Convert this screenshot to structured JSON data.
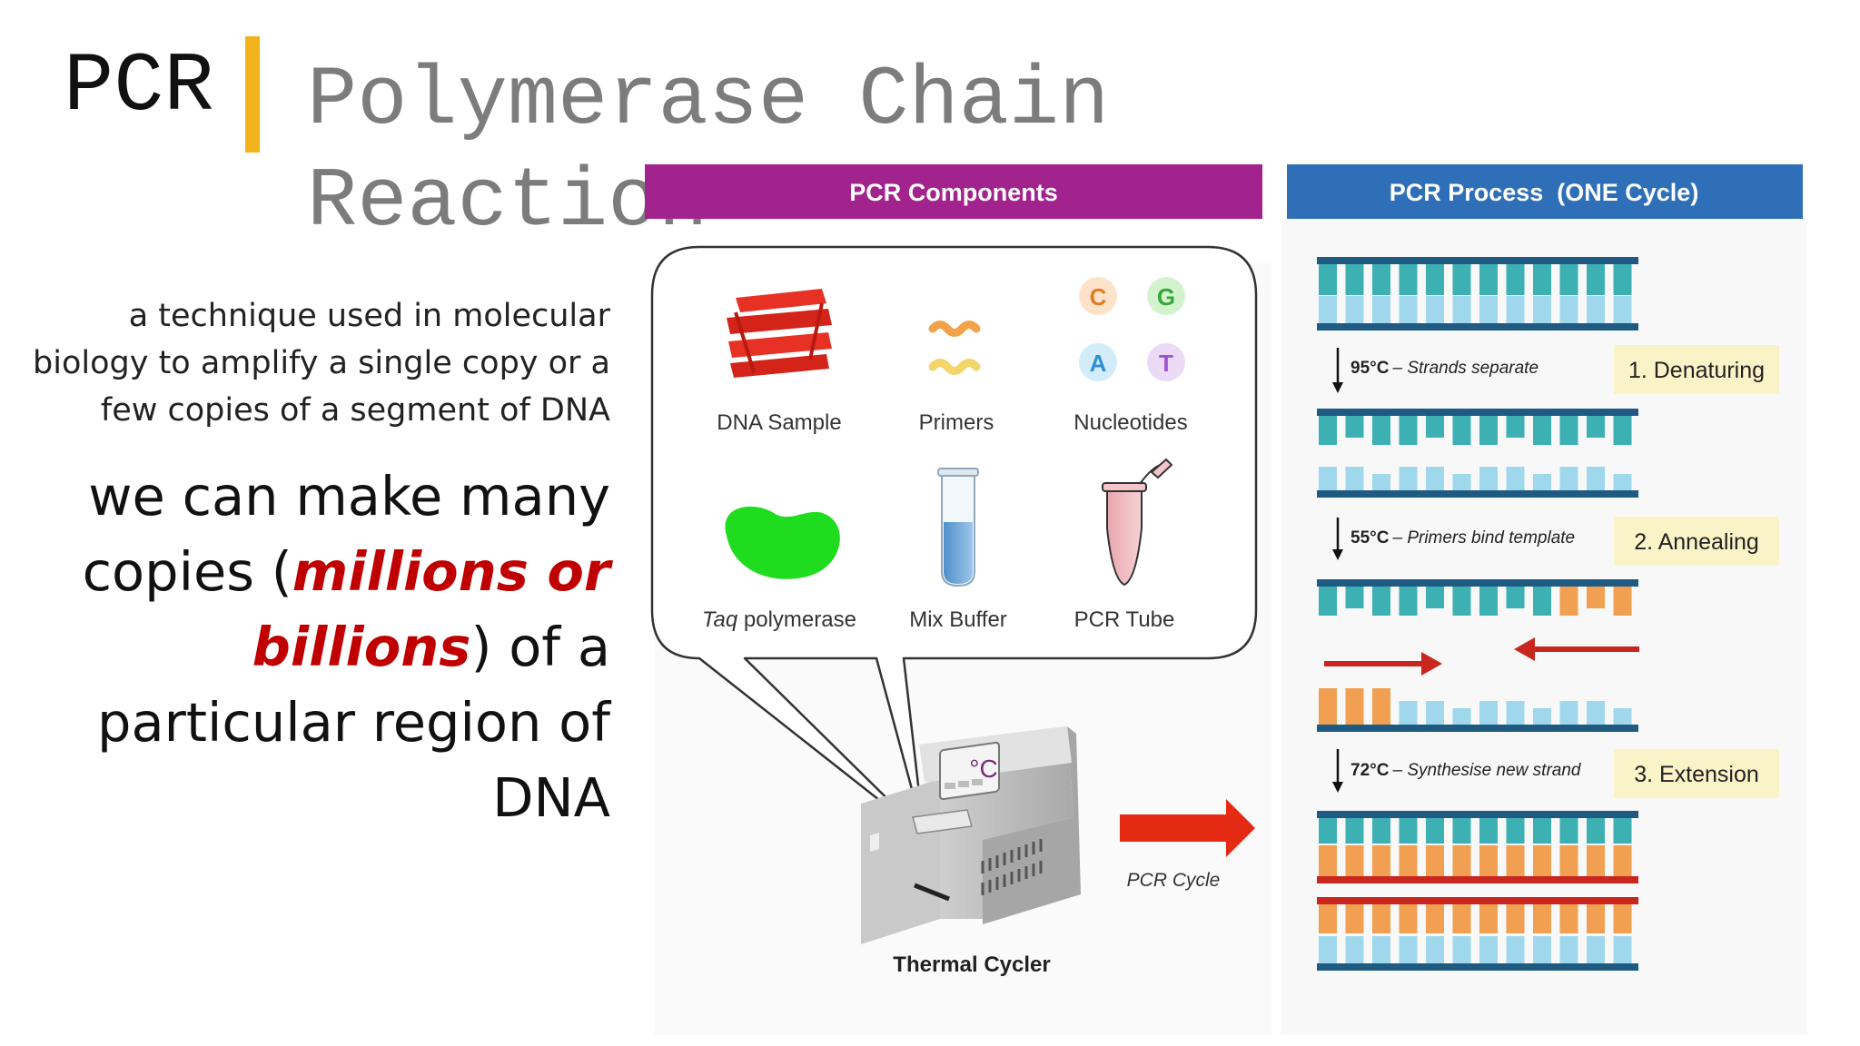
{
  "title": {
    "abbr": "PCR",
    "full": "Polymerase Chain Reaction"
  },
  "description": "a technique used in molecular biology to amplify a single copy or a few copies of a segment of DNA",
  "highlight": {
    "before": "we can make many copies (",
    "emphasis": "millions or billions",
    "after": ") of a particular region of DNA"
  },
  "components": {
    "header": "PCR Components",
    "items": [
      "DNA Sample",
      "Primers",
      "Nucleotides",
      "Taq",
      "polymerase",
      "Mix Buffer",
      "PCR Tube"
    ],
    "nucleotides": [
      "C",
      "G",
      "A",
      "T"
    ],
    "cycler_display": "°C",
    "cycler_label": "Thermal Cycler",
    "cycle_label": "PCR Cycle"
  },
  "process": {
    "header": "PCR Process  (ONE Cycle)",
    "steps": [
      {
        "temp": "95°C",
        "desc": "Strands separate",
        "label": "1. Denaturing"
      },
      {
        "temp": "55°C",
        "desc": "Primers bind template",
        "label": "2. Annealing"
      },
      {
        "temp": "72°C",
        "desc": "Synthesise new strand",
        "label": "3. Extension"
      }
    ]
  },
  "colors": {
    "accent_bar": "#f2b31a",
    "components_header": "#a3238e",
    "process_header": "#2f6fb8",
    "dna_backbone": "#1e5a82",
    "base_top": "#3db0b4",
    "base_bottom": "#9fd8ec",
    "new_strand": "#f0a050",
    "primer": "#c8261e",
    "arrow": "#e42a12",
    "step_label_bg": "#fbf3c8",
    "emphasis": "#c00000"
  }
}
